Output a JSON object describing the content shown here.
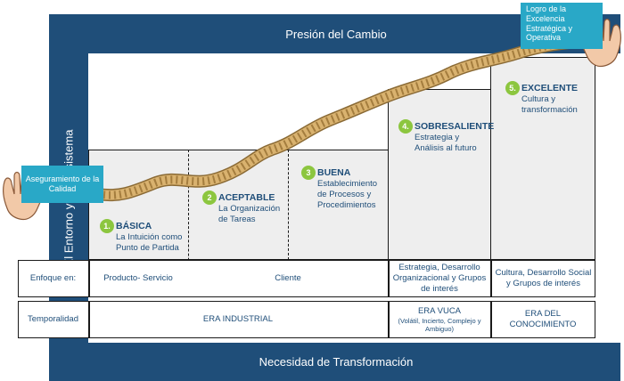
{
  "bands": {
    "top": "Presión del Cambio",
    "bottom": "Necesidad de Transformación",
    "left": "El Entorno y el ecosistema"
  },
  "callouts": {
    "left": "Aseguramiento de la Calidad",
    "right": "Logro de la Excelencia Estratégica y Operativa"
  },
  "stages": [
    {
      "num": "1.",
      "title": "BÁSICA",
      "desc": "La Intuición como Punto de Partida"
    },
    {
      "num": "2",
      "title": "ACEPTABLE",
      "desc": "La Organización de Tareas"
    },
    {
      "num": "3",
      "title": "BUENA",
      "desc": "Establecimiento de Procesos y Procedimientos"
    },
    {
      "num": "4.",
      "title": "SOBRESALIENTE",
      "desc": "Estrategia y Análisis al futuro"
    },
    {
      "num": "5.",
      "title": "EXCELENTE",
      "desc": "Cultura y transformación"
    }
  ],
  "enfoque": {
    "label": "Enfoque en:",
    "values": [
      "Producto- Servicio",
      "Cliente",
      "Estrategia, Desarrollo Organizacional y Grupos de interés",
      "Cultura, Desarrollo Social y Grupos de interés"
    ]
  },
  "temporalidad": {
    "label": "Temporalidad",
    "industrial": "ERA INDUSTRIAL",
    "vuca_title": "ERA VUCA",
    "vuca_sub": "(Volátil, Incierto, Complejo y Ambiguo)",
    "conocimiento": "ERA DEL CONOCIMIENTO"
  },
  "colors": {
    "navy": "#1f4e79",
    "callout": "#29a8c7",
    "badge": "#8cc63f",
    "rope": "#d9b26f",
    "stage_fill": "#eeeeee"
  },
  "icons": [
    "open-hand-icon",
    "open-hand-icon"
  ]
}
